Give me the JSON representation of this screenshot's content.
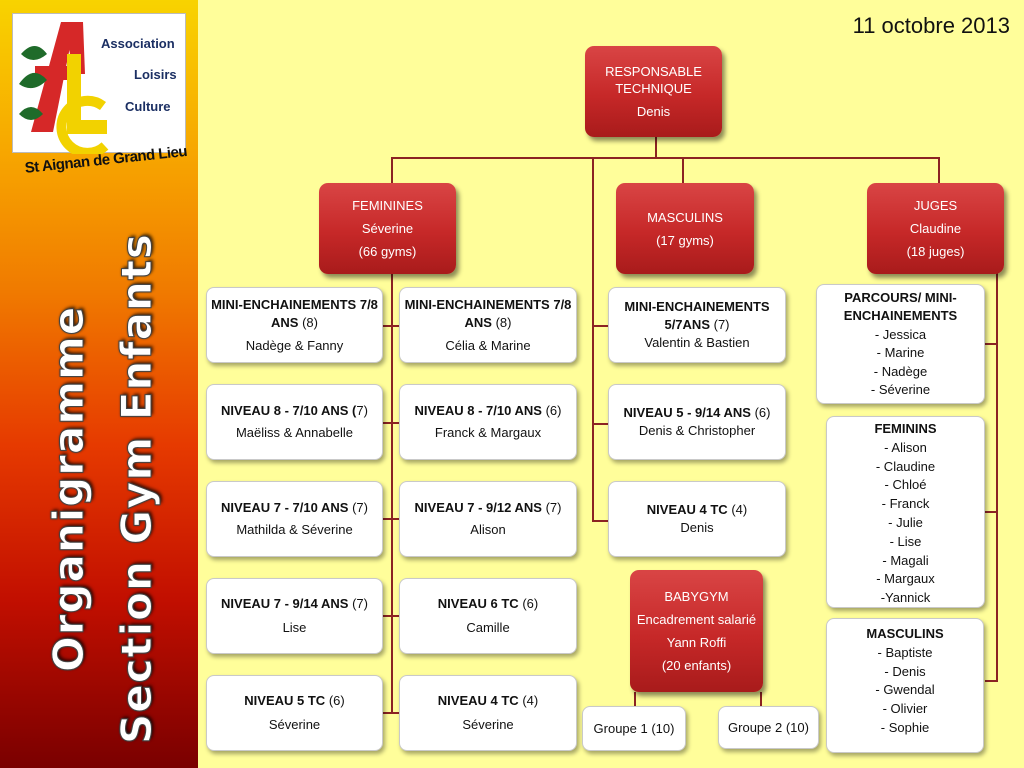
{
  "logo": {
    "word1": "Association",
    "word2": "Loisirs",
    "word3": "Culture",
    "place": "St Aignan de Grand Lieu"
  },
  "sidebar": {
    "title_line1": "Organigramme",
    "title_line2": "Section Gym Enfants"
  },
  "date": "11 octobre 2013",
  "root": {
    "title": "RESPONSABLE TECHNIQUE",
    "person": "Denis"
  },
  "feminines": {
    "title": "FEMININES",
    "person": "Séverine",
    "count": "(66 gyms)"
  },
  "masculins": {
    "title": "MASCULINS",
    "count": "(17 gyms)"
  },
  "juges": {
    "title": "JUGES",
    "person": "Claudine",
    "count": "(18 juges)"
  },
  "fem_left": [
    {
      "bold": "MINI-ENCHAINEMENTS 7/8 ANS",
      "count": "(8)",
      "names": "Nadège & Fanny"
    },
    {
      "bold": "NIVEAU 8 - 7/10 ANS (",
      "count": "7)",
      "names": "Maëliss & Annabelle"
    },
    {
      "bold": "NIVEAU 7 - 7/10 ANS",
      "count": "(7)",
      "names": "Mathilda & Séverine"
    },
    {
      "bold": "NIVEAU 7 - 9/14 ANS",
      "count": "(7)",
      "names": "Lise"
    },
    {
      "bold": "NIVEAU 5 TC",
      "count": "(6)",
      "names": "Séverine"
    }
  ],
  "fem_right": [
    {
      "bold": "MINI-ENCHAINEMENTS 7/8 ANS",
      "count": "(8)",
      "names": "Célia & Marine"
    },
    {
      "bold": "NIVEAU 8 -  7/10 ANS",
      "count": "(6)",
      "names": "Franck & Margaux"
    },
    {
      "bold": "NIVEAU 7 - 9/12 ANS",
      "count": "(7)",
      "names": "Alison"
    },
    {
      "bold": "NIVEAU 6 TC",
      "count": "(6)",
      "names": "Camille"
    },
    {
      "bold": "NIVEAU 4 TC",
      "count": "(4)",
      "names": "Séverine"
    }
  ],
  "masc": [
    {
      "bold": "MINI-ENCHAINEMENTS 5/7ANS",
      "count": "(7)",
      "names": "Valentin & Bastien"
    },
    {
      "bold": "NIVEAU 5 - 9/14 ANS",
      "count": "(6)",
      "names": "Denis & Christopher"
    },
    {
      "bold": "NIVEAU 4 TC",
      "count": "(4)",
      "names": "Denis"
    }
  ],
  "babygym": {
    "title": "BABYGYM",
    "line2": "Encadrement salarié",
    "person": "Yann Roffi",
    "count": "(20 enfants)"
  },
  "groupes": [
    "Groupe 1 (10)",
    "Groupe 2 (10)"
  ],
  "juges_lists": [
    {
      "title": "PARCOURS/ MINI-ENCHAINEMENTS",
      "items": [
        "- Jessica",
        "- Marine",
        "- Nadège",
        "- Séverine"
      ]
    },
    {
      "title": "FEMININS",
      "items": [
        "- Alison",
        "- Claudine",
        "- Chloé",
        "- Franck",
        "- Julie",
        "- Lise",
        "- Magali",
        "- Margaux",
        "-Yannick"
      ]
    },
    {
      "title": "MASCULINS",
      "items": [
        "- Baptiste",
        "- Denis",
        "- Gwendal",
        "- Olivier",
        "- Sophie"
      ]
    }
  ]
}
